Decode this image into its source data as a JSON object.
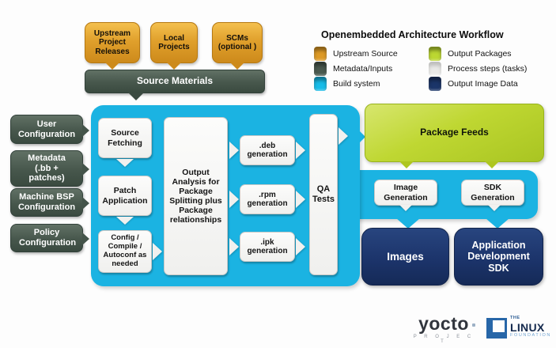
{
  "top_sources": {
    "items": [
      {
        "label": "Upstream Project Releases"
      },
      {
        "label": "Local Projects"
      },
      {
        "label": "SCMs (optional )"
      }
    ],
    "source_materials_label": "Source Materials"
  },
  "legend": {
    "title": "Openembedded Architecture Workflow",
    "items": [
      {
        "label": "Upstream Source",
        "color": "#dd9a26"
      },
      {
        "label": "Metadata/Inputs",
        "color": "#49594e"
      },
      {
        "label": "Build system",
        "color": "#18bce8"
      },
      {
        "label": "Output Packages",
        "color": "#bcd732"
      },
      {
        "label": "Process steps (tasks)",
        "color": "#e9e9e7"
      },
      {
        "label": "Output Image Data",
        "color": "#1b3569"
      }
    ]
  },
  "inputs": {
    "items": [
      {
        "label": "User Configuration"
      },
      {
        "label": "Metadata (.bb + patches)"
      },
      {
        "label": "Machine BSP Configuration"
      },
      {
        "label": "Policy Configuration"
      }
    ]
  },
  "build_system": {
    "source_fetching": "Source Fetching",
    "patch_application": "Patch Application",
    "config_compile": "Config / Compile / Autoconf as needed",
    "output_analysis": "Output Analysis for Package Splitting plus Package relationships",
    "deb_generation": ".deb generation",
    "rpm_generation": ".rpm generation",
    "ipk_generation": ".ipk generation",
    "qa_tests": "QA Tests"
  },
  "outputs": {
    "package_feeds": "Package Feeds",
    "image_generation": "Image Generation",
    "sdk_generation": "SDK Generation",
    "images": "Images",
    "app_dev_sdk": "Application Development SDK"
  },
  "footer": {
    "yocto_wordmark": "yocto",
    "yocto_subtitle": "P R O J E C T",
    "linux_the": "THE",
    "linux_name": "LINUX",
    "linux_subtitle": "FOUNDATION"
  },
  "colors": {
    "build_system_cyan": "#1bb3e2",
    "upstream_orange": "#dd9a26",
    "metadata_olive": "#49594e",
    "output_packages_lime": "#bcd732",
    "process_step_white": "#f1f1ef",
    "output_image_navy": "#1b3569"
  }
}
